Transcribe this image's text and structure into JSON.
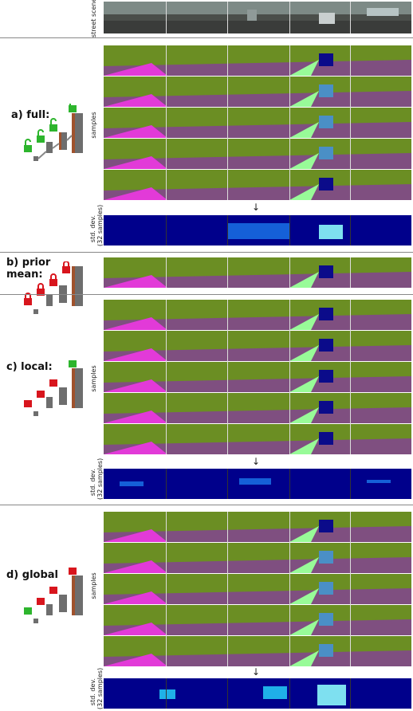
{
  "figure": {
    "street_label": "street scenes",
    "samples_label": "samples",
    "std_label_line1": "std. dev.",
    "std_label_line2": "(32 samples)",
    "arrow": "↓",
    "sections": [
      {
        "id": "full",
        "label": "a) full:",
        "locks": [
          "unlocked",
          "unlocked",
          "unlocked",
          "unlocked"
        ]
      },
      {
        "id": "prior",
        "label_line1": "b) prior",
        "label_line2": "mean:",
        "locks": [
          "locked",
          "locked",
          "locked",
          "locked"
        ]
      },
      {
        "id": "local",
        "label": "c) local:",
        "locks": [
          "locked",
          "locked",
          "locked",
          "unlocked"
        ]
      },
      {
        "id": "global",
        "label": "d) global",
        "locks": [
          "unlocked",
          "locked",
          "locked",
          "locked"
        ]
      }
    ],
    "colors": {
      "road": "#7f4f80",
      "sidewalk": "#e23ad8",
      "vegetation": "#6b8e23",
      "sky": "#4a8fc6",
      "car": "#0b0b8a",
      "terrain": "#98fb98",
      "lock_open": "#2db52d",
      "lock_closed": "#d8151d",
      "std_bg": "#00008b"
    },
    "icons": [
      "lock-open-icon",
      "lock-closed-icon",
      "network-stack-icon",
      "down-arrow-icon"
    ]
  }
}
